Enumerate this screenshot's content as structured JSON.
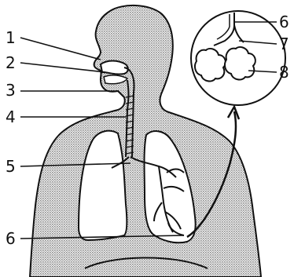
{
  "labels": {
    "l1": "1",
    "l2": "2",
    "l3": "3",
    "l4": "4",
    "l5": "5",
    "l6_body": "6",
    "l6_inset": "6",
    "l7": "7",
    "l8": "8"
  },
  "colors": {
    "ink": "#111111",
    "body_fill": "#c9c9c9",
    "background": "#ffffff"
  }
}
